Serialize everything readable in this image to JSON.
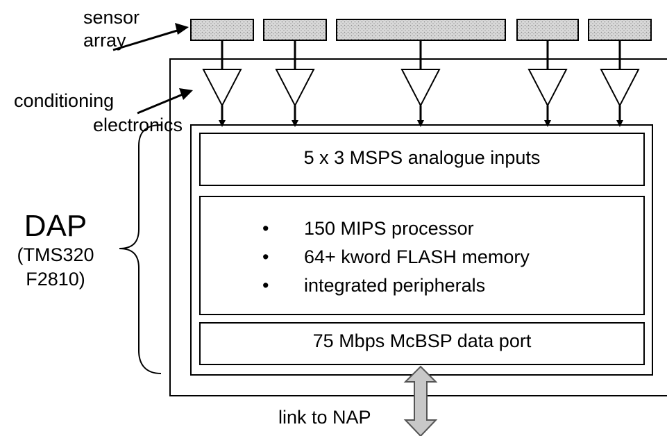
{
  "labels": {
    "sensor_array_line1": "sensor",
    "sensor_array_line2": "array",
    "conditioning_line1": "conditioning",
    "conditioning_line2": "electronics",
    "dap_title": "DAP",
    "dap_chip_line1": "(TMS320",
    "dap_chip_line2": "F2810)",
    "analogue_inputs": "5 x 3 MSPS analogue inputs",
    "processor_features": [
      "150 MIPS processor",
      "64+ kword FLASH memory",
      "integrated peripherals"
    ],
    "bullet_glyph": "•",
    "data_port": "75 Mbps McBSP data port",
    "link": "link to NAP"
  },
  "colors": {
    "line": "#000000",
    "sensor_fill": "#d8d8d8",
    "sensor_dots": "#8a8a8a",
    "link_arrow_fill": "#c8c8c8",
    "link_arrow_stroke": "#555555"
  }
}
